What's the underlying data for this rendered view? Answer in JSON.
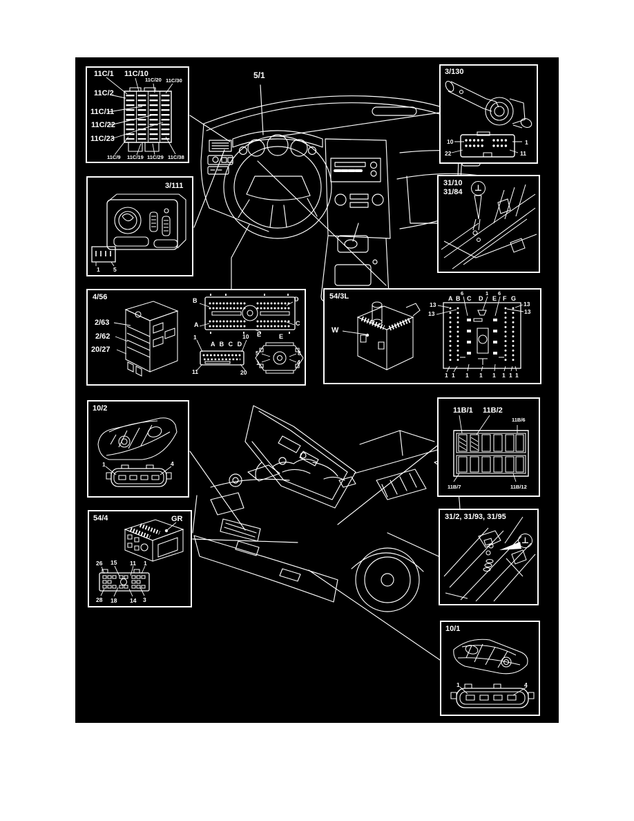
{
  "figure": {
    "dash_callout": "5/1",
    "ground_symbol": "⊥"
  },
  "box_11c": {
    "l_11c1": "11C/1",
    "l_11c10": "11C/10",
    "l_11c20": "11C/20",
    "l_11c30": "11C/30",
    "l_11c2": "11C/2",
    "l_11c11": "11C/11",
    "l_11c22": "11C/22",
    "l_11c23": "11C/23",
    "l_11c9": "11C/9",
    "l_11c19": "11C/19",
    "l_11c29": "11C/29",
    "l_11c38": "11C/38"
  },
  "box_3130": {
    "title": "3/130",
    "pin10": "10",
    "pin1": "1",
    "pin22": "22",
    "pin11": "11"
  },
  "box_3111": {
    "title": "3/111",
    "pin1": "1",
    "pin5": "5"
  },
  "box_3110": {
    "line1": "31/10",
    "line2": "31/84"
  },
  "box_456": {
    "title": "4/56",
    "l263": "2/63",
    "l262": "2/62",
    "l2027": "20/27",
    "cA": "A",
    "cB": "B",
    "cC": "C",
    "cD": "D",
    "cE": "E",
    "p1": "1",
    "p10": "10",
    "p11": "11",
    "p20": "20",
    "row_letters": "A B C D",
    "hex_e": "E",
    "hex5": "5",
    "hex8": "8",
    "hex1": "1",
    "hex4": "4"
  },
  "box_543l": {
    "title": "54/3L",
    "w": "W",
    "colA": "A",
    "colB": "B",
    "colC": "C",
    "colD": "D",
    "colE": "E",
    "colF": "F",
    "colG": "G",
    "six": "6",
    "one": "1",
    "thirteen": "13"
  },
  "box_102": {
    "title": "10/2",
    "pin1": "1",
    "pin4": "4"
  },
  "box_11b": {
    "l1": "11B/1",
    "l2": "11B/2",
    "l6": "11B/6",
    "l7": "11B/7",
    "l12": "11B/12"
  },
  "box_544": {
    "title": "54/4",
    "gr": "GR",
    "t26": "26",
    "t15": "15",
    "t11": "11",
    "t1": "1",
    "b28": "28",
    "b18": "18",
    "b14": "14",
    "b3": "3"
  },
  "box_312": {
    "title": "31/2, 31/93, 31/95"
  },
  "box_101": {
    "title": "10/1",
    "pin1": "1",
    "pin4": "4"
  }
}
